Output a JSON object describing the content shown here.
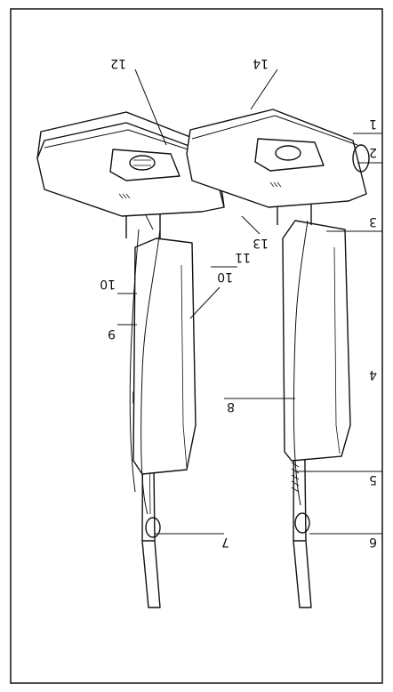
{
  "diagram": {
    "callouts": [
      {
        "id": "c1",
        "text": "1"
      },
      {
        "id": "c2",
        "text": "2"
      },
      {
        "id": "c3",
        "text": "3"
      },
      {
        "id": "c4",
        "text": "4"
      },
      {
        "id": "c5",
        "text": "5"
      },
      {
        "id": "c6",
        "text": "6"
      },
      {
        "id": "c7",
        "text": "7"
      },
      {
        "id": "c8",
        "text": "8"
      },
      {
        "id": "c9",
        "text": "9"
      },
      {
        "id": "c10a",
        "text": "10"
      },
      {
        "id": "c10b",
        "text": "10"
      },
      {
        "id": "c11",
        "text": "11"
      },
      {
        "id": "c12",
        "text": "12"
      },
      {
        "id": "c13",
        "text": "13"
      },
      {
        "id": "c14",
        "text": "14"
      }
    ]
  },
  "colors": {
    "line": "#111111",
    "background": "#ffffff",
    "shade": "#d9d9d9"
  }
}
